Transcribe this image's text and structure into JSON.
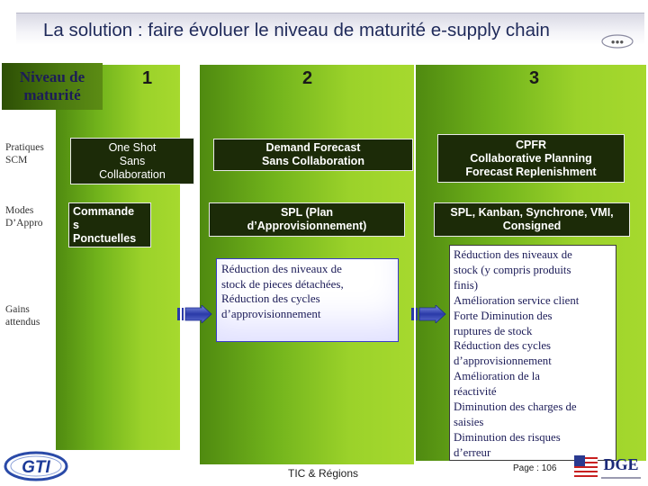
{
  "slide": {
    "title": "La solution : faire évoluer le niveau de maturité e-supply chain"
  },
  "niveau_label": [
    "Niveau de",
    "maturité"
  ],
  "levels": [
    "1",
    "2",
    "3"
  ],
  "row_labels": {
    "pratiques": [
      "Pratiques",
      "SCM"
    ],
    "modes": [
      "Modes",
      "D’Appro"
    ],
    "gains": [
      "Gains",
      "attendus"
    ]
  },
  "pratiques": {
    "level1": [
      "One Shot",
      "Sans",
      "Collaboration"
    ],
    "level2": [
      "Demand Forecast",
      "Sans Collaboration"
    ],
    "level3": [
      "CPFR",
      "Collaborative Planning",
      "Forecast Replenishment"
    ]
  },
  "modes": {
    "level1": [
      "Commande",
      "s",
      "Ponctuelles"
    ],
    "level2": [
      "SPL (Plan",
      "d’Approvisionnement)"
    ],
    "level3": [
      "SPL, Kanban, Synchrone, VMI,",
      "Consigned"
    ]
  },
  "gains": {
    "level2": [
      "Réduction des niveaux de",
      "stock de pieces détachées,",
      "Réduction des cycles",
      "d’approvisionnement"
    ],
    "level3": [
      "Réduction des niveaux de",
      "stock (y compris produits",
      "finis)",
      "Amélioration service client",
      "Forte Diminution des",
      "ruptures de stock",
      "Réduction des cycles",
      "d’approvisionnement",
      "Amélioration de la",
      "réactivité",
      "Diminution des charges de",
      "saisies",
      "Diminution des risques",
      "d’erreur"
    ]
  },
  "footer": {
    "center": "TIC & Régions",
    "page": "Page : 106",
    "logo_left": "GTI",
    "logo_right": "DGE"
  },
  "colors": {
    "green_light": "#a6d92e",
    "green_dark": "#4f8a10",
    "box_dark": "#1c2b08",
    "text_navy": "#1c1c58",
    "arrow_blue": "#3a4ab8"
  }
}
